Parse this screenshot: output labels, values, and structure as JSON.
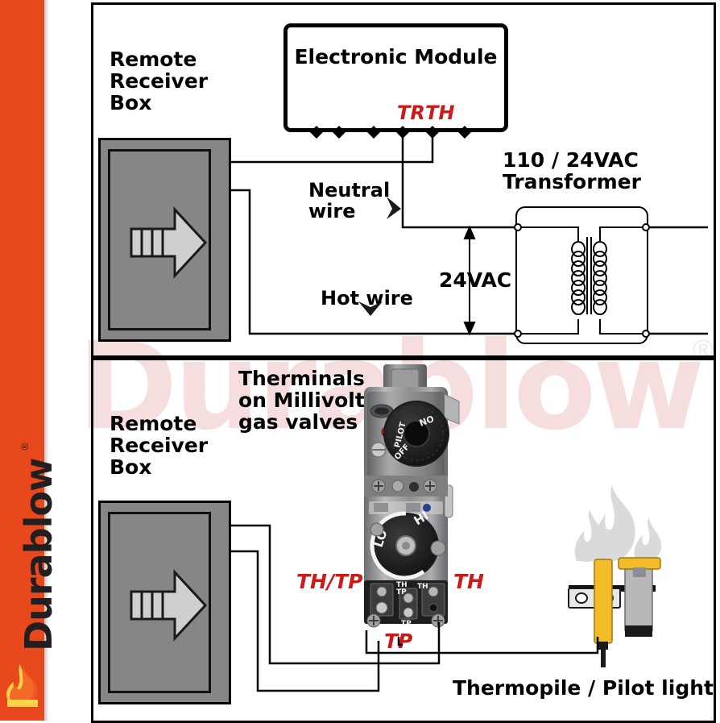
{
  "brand": {
    "name": "Durablow",
    "registered": "®",
    "bar_color": "#e8491c",
    "watermark_text": "Durablow",
    "watermark_registered": "®",
    "flame_icon": "flame-icon"
  },
  "panel_top": {
    "receiver_label": "Remote\nReceiver\nBox",
    "receiver_icon": "right-arrow-icon",
    "module": {
      "title": "Electronic Module",
      "terminal_labels": [
        "TR",
        "TH"
      ],
      "terminal_count": 6
    },
    "transformer": {
      "title": "110 / 24VAC\nTransformer",
      "icon": "transformer-coil-icon"
    },
    "wires": {
      "neutral": "Neutral\nwire",
      "hot": "Hot wire",
      "voltage": "24VAC",
      "arrow_icon": "wire-pointer-icon"
    }
  },
  "panel_bottom": {
    "receiver_label": "Remote\nReceiver\nBox",
    "receiver_icon": "right-arrow-icon",
    "valve_caption": "Therminals\non Millivolt\ngas valves",
    "valve": {
      "icon": "millivolt-gas-valve-icon",
      "upper_knob": {
        "labels": [
          "ON",
          "OFF",
          "PILOT"
        ]
      },
      "lower_knob": {
        "labels": [
          "LO",
          "HI"
        ]
      },
      "terminal_block_labels": [
        "TH",
        "TP",
        "TH"
      ],
      "terminal_block_bottom_label": "TP"
    },
    "terminal_callouts": {
      "left": "TH/TP",
      "right": "TH",
      "bottom": "TP"
    },
    "thermopile": {
      "caption": "Thermopile / Pilot light",
      "flame_icon": "pilot-flame-icon",
      "probe_icon": "thermopile-probe-icon"
    }
  },
  "colors": {
    "brand_orange": "#e8491c",
    "red_label": "#cc1a1a",
    "receiver_gray": "#868686",
    "arrow_gray": "#cfcfcf",
    "watermark_gray": "#ededed",
    "thermopile_yellow": "#f2bc28"
  }
}
